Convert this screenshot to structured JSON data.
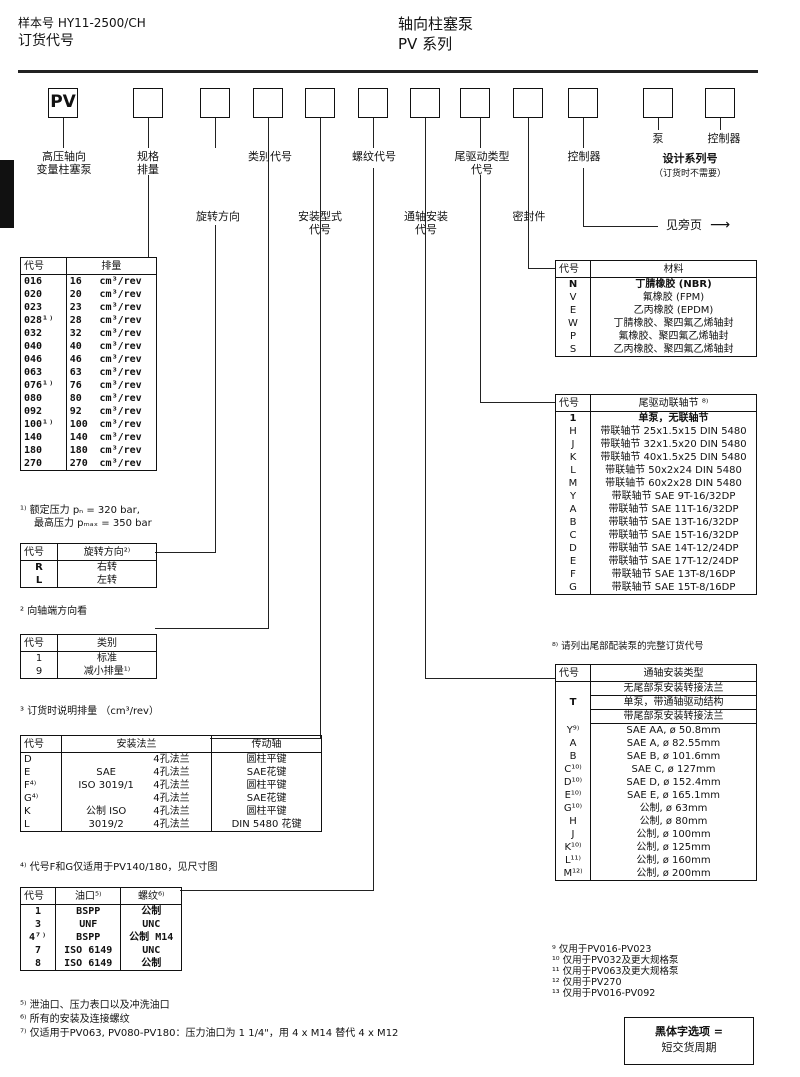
{
  "header": {
    "line1": "样本号 HY11-2500/CH",
    "line2": "订货代号",
    "title": "轴向柱塞泵",
    "subtitle": "PV 系列"
  },
  "code_box_pv": "PV",
  "labels": {
    "pump": "高压轴向\n变量柱塞泵",
    "displacement": "规格\n排量",
    "category": "类别代号",
    "rotation": "旋转方向",
    "mount": "安装型式\n代号",
    "thread": "螺纹代号",
    "through": "通轴安装\n代号",
    "rear": "尾驱动类型\n代号",
    "seal": "密封件",
    "control": "控制器",
    "pump_top": "泵",
    "controller_top": "控制器",
    "design": "设计系列号",
    "design_note": "（订货时不需要）",
    "see_page": "见旁页"
  },
  "disp_table": {
    "headers": [
      "代号",
      "排量"
    ],
    "rows": [
      [
        "016",
        "16",
        "cm³/rev"
      ],
      [
        "020",
        "20",
        "cm³/rev"
      ],
      [
        "023",
        "23",
        "cm³/rev"
      ],
      [
        "028¹⁾",
        "28",
        "cm³/rev"
      ],
      [
        "032",
        "32",
        "cm³/rev"
      ],
      [
        "040",
        "40",
        "cm³/rev"
      ],
      [
        "046",
        "46",
        "cm³/rev"
      ],
      [
        "063",
        "63",
        "cm³/rev"
      ],
      [
        "076¹⁾",
        "76",
        "cm³/rev"
      ],
      [
        "080",
        "80",
        "cm³/rev"
      ],
      [
        "092",
        "92",
        "cm³/rev"
      ],
      [
        "100¹⁾",
        "100",
        "cm³/rev"
      ],
      [
        "140",
        "140",
        "cm³/rev"
      ],
      [
        "180",
        "180",
        "cm³/rev"
      ],
      [
        "270",
        "270",
        "cm³/rev"
      ]
    ],
    "note1": "¹⁾ 额定压力 pₙ = 320 bar,",
    "note2": "最高压力 pₘₐₓ = 350 bar"
  },
  "rot_table": {
    "headers": [
      "代号",
      "旋转方向²⁾"
    ],
    "rows": [
      [
        "R",
        "右转"
      ],
      [
        "L",
        "左转"
      ]
    ],
    "note": "² 向轴端方向看"
  },
  "cat_table": {
    "headers": [
      "代号",
      "类别"
    ],
    "rows": [
      [
        "1",
        "标准"
      ],
      [
        "9",
        "减小排量¹⁾"
      ]
    ],
    "note": "³ 订货时说明排量 （cm³/rev）"
  },
  "mount_table": {
    "headers": [
      "代号",
      "安装法兰",
      "",
      "传动轴"
    ],
    "rows": [
      [
        "D",
        "",
        "4孔法兰",
        "圆柱平键"
      ],
      [
        "E",
        "SAE",
        "4孔法兰",
        "SAE花键"
      ],
      [
        "F⁴⁾",
        "ISO 3019/1",
        "4孔法兰",
        "圆柱平键"
      ],
      [
        "G⁴⁾",
        "",
        "4孔法兰",
        "SAE花键"
      ],
      [
        "K",
        "公制 ISO",
        "4孔法兰",
        "圆柱平键"
      ],
      [
        "L",
        "3019/2",
        "4孔法兰",
        "DIN 5480 花键"
      ]
    ],
    "note": "⁴⁾ 代号F和G仅适用于PV140/180，见尺寸图"
  },
  "thread_table": {
    "headers": [
      "代号",
      "油口⁵⁾",
      "螺纹⁶⁾"
    ],
    "rows": [
      [
        "1",
        "BSPP",
        "公制"
      ],
      [
        "3",
        "UNF",
        "UNC"
      ],
      [
        "4⁷⁾",
        "BSPP",
        "公制 M14"
      ],
      [
        "7",
        "ISO 6149",
        "UNC"
      ],
      [
        "8",
        "ISO 6149",
        "公制"
      ]
    ],
    "notes": [
      "⁵⁾ 泄油口、压力表口以及冲洗油口",
      "⁶⁾ 所有的安装及连接螺纹",
      "⁷⁾ 仅适用于PV063, PV080-PV180：压力油口为 1 1/4\"，用 4 x M14 替代 4 x M12"
    ]
  },
  "seal_table": {
    "headers": [
      "代号",
      "材料"
    ],
    "rows": [
      [
        "N",
        "丁腈橡胶 (NBR)"
      ],
      [
        "V",
        "氟橡胶 (FPM)"
      ],
      [
        "E",
        "乙丙橡胶 (EPDM)"
      ],
      [
        "W",
        "丁腈橡胶、聚四氟乙烯轴封"
      ],
      [
        "P",
        "氟橡胶、聚四氟乙烯轴封"
      ],
      [
        "S",
        "乙丙橡胶、聚四氟乙烯轴封"
      ]
    ]
  },
  "rear_table": {
    "headers": [
      "代号",
      "尾驱动联轴节 ⁸⁾"
    ],
    "rows": [
      [
        "1",
        "单泵，无联轴节"
      ],
      [
        "H",
        "带联轴节 25x1.5x15 DIN 5480"
      ],
      [
        "J",
        "带联轴节 32x1.5x20 DIN 5480"
      ],
      [
        "K",
        "带联轴节 40x1.5x25 DIN 5480"
      ],
      [
        "L",
        "带联轴节 50x2x24 DIN 5480"
      ],
      [
        "M",
        "带联轴节 60x2x28 DIN 5480"
      ],
      [
        "Y",
        "带联轴节 SAE 9T-16/32DP"
      ],
      [
        "A",
        "带联轴节 SAE 11T-16/32DP"
      ],
      [
        "B",
        "带联轴节 SAE 13T-16/32DP"
      ],
      [
        "C",
        "带联轴节 SAE 15T-16/32DP"
      ],
      [
        "D",
        "带联轴节 SAE 14T-12/24DP"
      ],
      [
        "E",
        "带联轴节 SAE 17T-12/24DP"
      ],
      [
        "F",
        "带联轴节 SAE 13T-8/16DP"
      ],
      [
        "G",
        "带联轴节 SAE 15T-8/16DP"
      ]
    ],
    "note": "⁸⁾ 请列出尾部配装泵的完整订货代号"
  },
  "through_table": {
    "headers": [
      "代号",
      "通轴安装类型"
    ],
    "sub1": "无尾部泵安装转接法兰",
    "t_code": "T",
    "t_text": "单泵，带通轴驱动结构",
    "sub2": "带尾部泵安装转接法兰",
    "rows": [
      [
        "Y⁹⁾",
        "SAE AA, ø 50.8mm"
      ],
      [
        "A",
        "SAE A, ø 82.55mm"
      ],
      [
        "B",
        "SAE B, ø 101.6mm"
      ],
      [
        "C¹⁰⁾",
        "SAE C, ø 127mm"
      ],
      [
        "D¹⁰⁾",
        "SAE D, ø 152.4mm"
      ],
      [
        "E¹⁰⁾",
        "SAE E, ø 165.1mm"
      ],
      [
        "G¹⁰⁾",
        "公制, ø 63mm"
      ],
      [
        "H",
        "公制, ø 80mm"
      ],
      [
        "J",
        "公制, ø 100mm"
      ],
      [
        "K¹⁰⁾",
        "公制, ø 125mm"
      ],
      [
        "L¹¹⁾",
        "公制, ø 160mm"
      ],
      [
        "M¹²⁾",
        "公制, ø 200mm"
      ]
    ],
    "notes": [
      "⁹ 仅用于PV016-PV023",
      "¹⁰ 仅用于PV032及更大规格泵",
      "¹¹ 仅用于PV063及更大规格泵",
      "¹² 仅用于PV270",
      "¹³ 仅用于PV016-PV092"
    ]
  },
  "footer": {
    "line1": "黑体字选项 =",
    "line2": "短交货周期"
  }
}
